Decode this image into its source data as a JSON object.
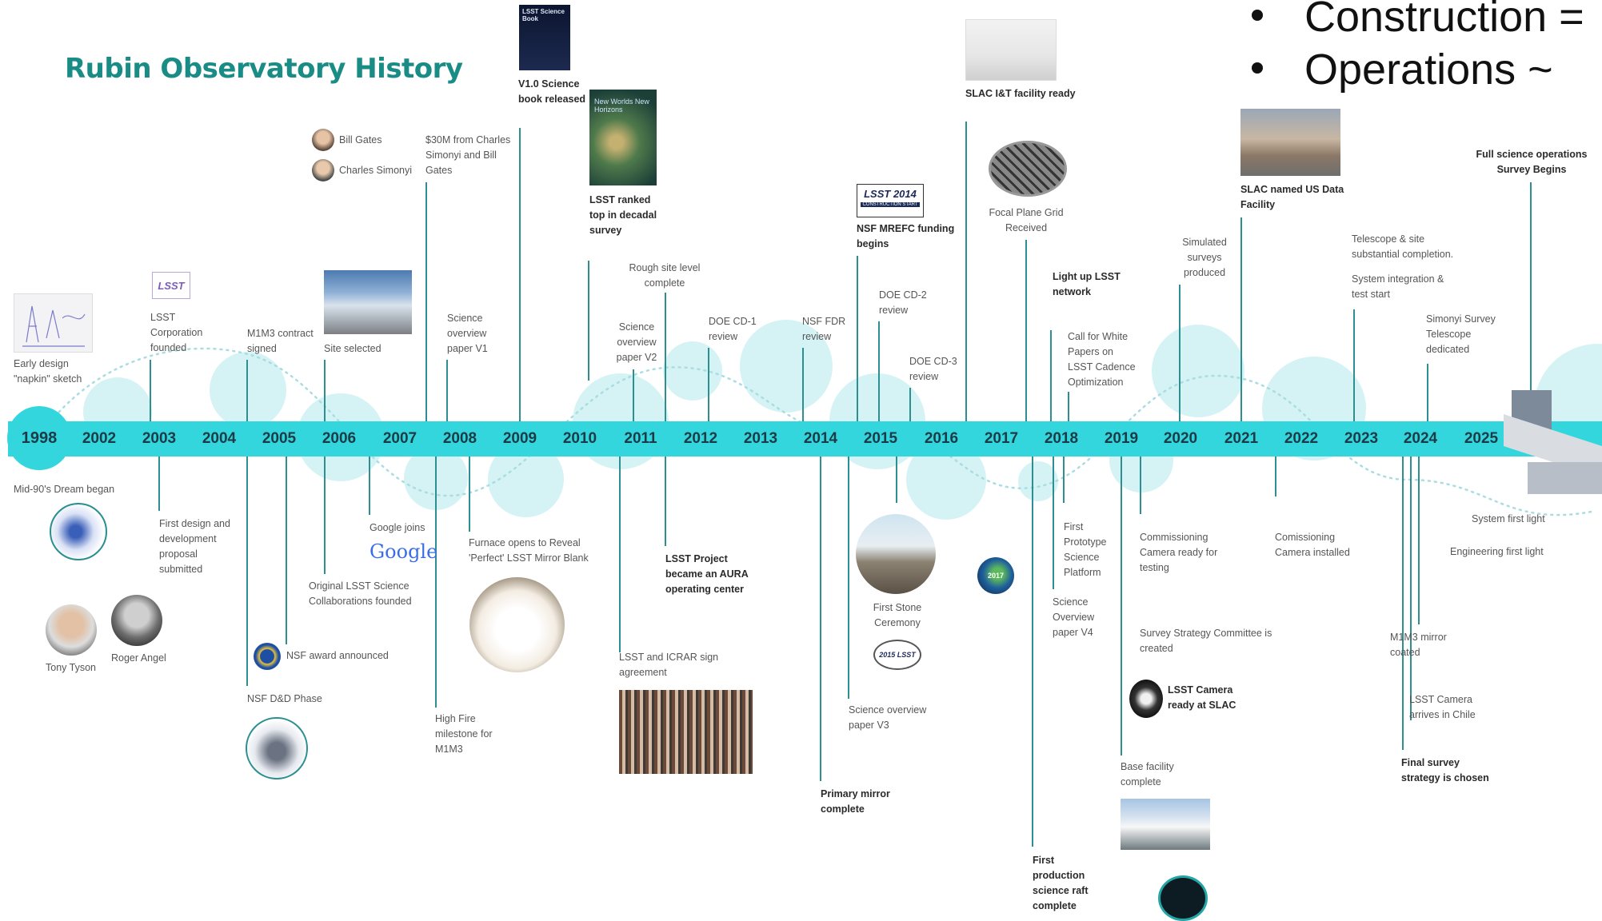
{
  "title": "Rubin Observatory History",
  "bullets": [
    "Construction =",
    "Operations ~"
  ],
  "years": [
    "1998",
    "2002",
    "2003",
    "2004",
    "2005",
    "2006",
    "2007",
    "2008",
    "2009",
    "2010",
    "2011",
    "2012",
    "2013",
    "2014",
    "2015",
    "2016",
    "2017",
    "2018",
    "2019",
    "2020",
    "2021",
    "2022",
    "2023",
    "2024",
    "2025"
  ],
  "events_above": {
    "napkin": "Early design \"napkin\" sketch",
    "lsst_corp": "LSST Corporation founded",
    "m1m3_contract": "M1M3 contract signed",
    "site_selected": "Site selected",
    "bill_gates": "Bill Gates",
    "charles_simonyi": "Charles Simonyi",
    "donation": "$30M from Charles Simonyi and Bill Gates",
    "sci_overview_v1": "Science overview paper V1",
    "v1_science_book": "V1.0 Science book released",
    "decadal": "LSST ranked top in decadal survey",
    "rough_site": "Rough site level complete",
    "sci_overview_v2": "Science overview paper V2",
    "doe_cd1": "DOE CD-1 review",
    "nsf_fdr": "NSF FDR review",
    "nsf_mrefc": "NSF MREFC funding begins",
    "doe_cd2": "DOE CD-2 review",
    "doe_cd3": "DOE CD-3 review",
    "slac_it": "SLAC I&T facility ready",
    "focal_plane": "Focal Plane Grid Received",
    "light_up": "Light up LSST network",
    "white_papers": "Call for White Papers on LSST Cadence Optimization",
    "simulated": "Simulated surveys produced",
    "slac_data": "SLAC named US Data Facility",
    "telescope_site": "Telescope & site substantial completion.",
    "sys_integration": "System integration & test start",
    "simonyi_dedicated": "Simonyi Survey Telescope dedicated",
    "full_science": "Full science operations Survey Begins"
  },
  "events_below": {
    "mid90s": "Mid-90's Dream began",
    "tony_tyson": "Tony Tyson",
    "roger_angel": "Roger Angel",
    "first_design": "First design and development proposal submitted",
    "nsf_award": "NSF award announced",
    "nsf_dd": "NSF D&D Phase",
    "original_collab": "Original LSST Science Collaborations founded",
    "google_joins": "Google joins",
    "google_logo": "Google",
    "high_fire": "High Fire milestone for M1M3",
    "furnace": "Furnace opens to Reveal 'Perfect' LSST Mirror Blank",
    "icrar": "LSST and ICRAR sign agreement",
    "aura": "LSST Project became an AURA operating center",
    "primary_mirror": "Primary mirror complete",
    "sci_overview_v3": "Science overview paper V3",
    "first_stone": "First Stone Ceremony",
    "first_raft": "First production science raft complete",
    "prototype_platform": "First Prototype Science Platform",
    "sci_overview_v4": "Science Overview paper V4",
    "commissioning_camera": "Commissioning Camera ready for testing",
    "survey_committee": "Survey Strategy Committee is created",
    "camera_slac": "LSST Camera ready at SLAC",
    "base_facility": "Base facility complete",
    "comcam_installed": "Comissioning Camera installed",
    "m1m3_coated": "M1M3 mirror coated",
    "camera_chile": "LSST Camera arrives in Chile",
    "final_strategy": "Final survey strategy is chosen",
    "system_first_light": "System first light",
    "engineering_first_light": "Engineering first light"
  },
  "badges": {
    "lsst_logo": "LSST",
    "construction_start": "LSST 2014",
    "construction_start_sub": "CONSTRUCTION START",
    "stone_logo": "2015 LSST",
    "globe_2017": "2017",
    "book_title": "LSST Science Book",
    "decadal_cover": "New Worlds New Horizons"
  },
  "colors": {
    "bar": "#34d6dd",
    "bubble": "#d5f3f5",
    "title": "#1a8c86",
    "stem": "#2e8f93"
  }
}
